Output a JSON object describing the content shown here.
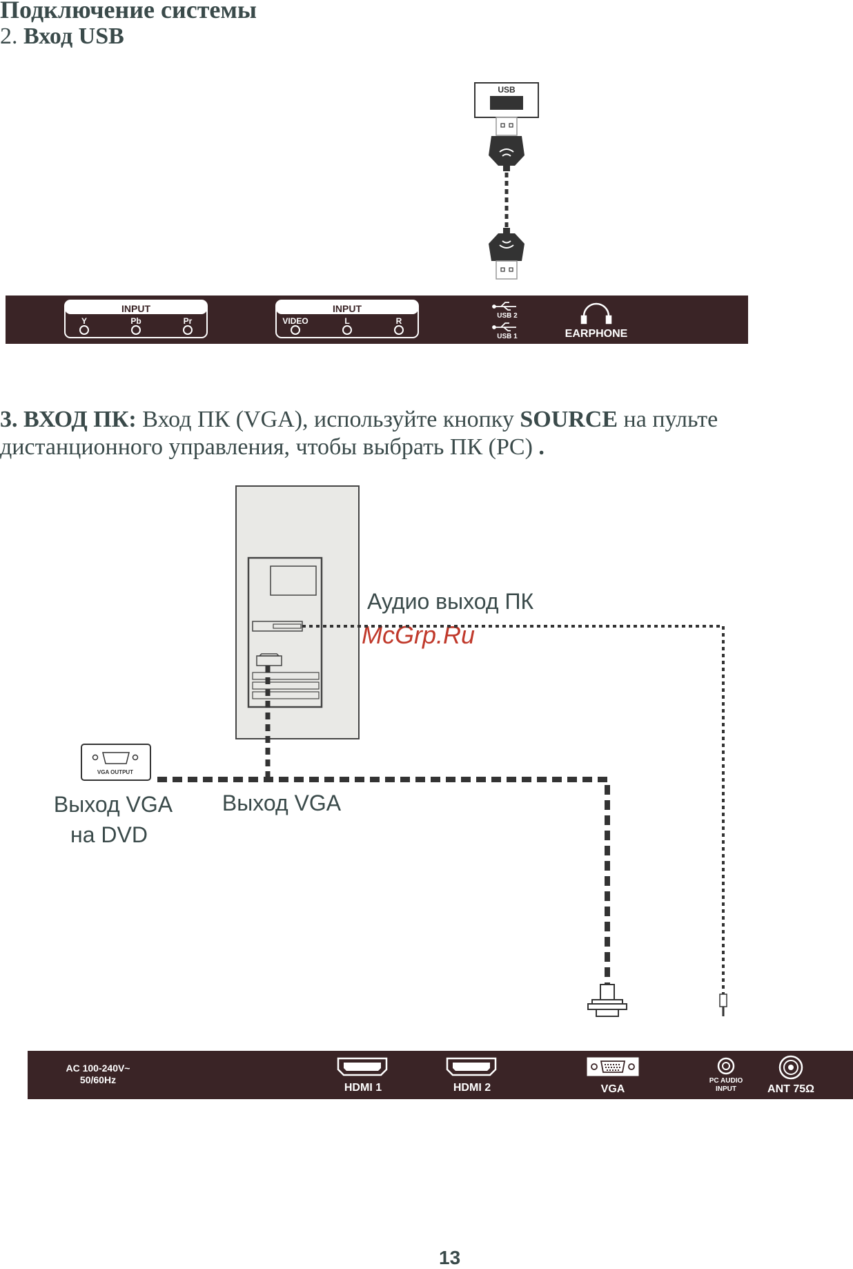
{
  "header": {
    "title": "Подключение системы",
    "usb_section_number": "2. ",
    "usb_section_title": "Вход USB"
  },
  "usb_diagram": {
    "port_label": "USB"
  },
  "panel_top": {
    "input1": {
      "title": "INPUT",
      "jacks": [
        "Y",
        "Pb",
        "Pr"
      ]
    },
    "input2": {
      "title": "INPUT",
      "jacks": [
        "VIDEO",
        "L",
        "R"
      ]
    },
    "usb_ports": [
      "USB 2",
      "USB 1"
    ],
    "earphone": "EARPHONE"
  },
  "pc_section": {
    "bold_lead": "3. ВХОД ПК:",
    "text_1": " Вход ПК (VGA), используйте кнопку ",
    "bold_source": "SOURCE",
    "text_2": " на пульте дистанционного управления, чтобы выбрать ПК (PC) ",
    "end_dot": "."
  },
  "pc_diagram": {
    "audio_out_label": "Аудио выход ПК",
    "watermark": "McGrp.Ru",
    "vga_output_port": "VGA OUTPUT",
    "dvd_vga_label_line1": "Выход VGA",
    "dvd_vga_label_line2": "на DVD",
    "pc_vga_label": "Выход VGA"
  },
  "panel_bottom": {
    "power_line1": "AC 100-240V~",
    "power_line2": "50/60Hz",
    "hdmi1": "HDMI 1",
    "hdmi2": "HDMI 2",
    "vga": "VGA",
    "pc_audio_line1": "PC AUDIO",
    "pc_audio_line2": "INPUT",
    "ant": "ANT 75Ω"
  },
  "page_number": "13",
  "colors": {
    "text": "#3a4a4a",
    "panel": "#3a2426",
    "panel_text": "#ffffff",
    "watermark": "#c0392b",
    "cable": "#333333"
  }
}
